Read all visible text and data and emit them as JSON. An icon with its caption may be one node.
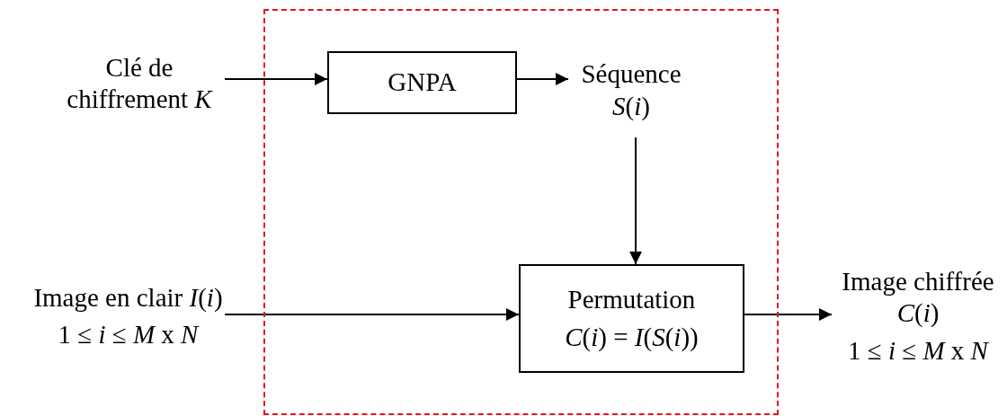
{
  "diagram": {
    "nodes": [
      {
        "text": [],
        "shape": "box"
      },
      {
        "text": [
          "Clé de chiffrement *K*"
        ]
      },
      {
        "text": [
          "GNPA"
        ],
        "in": 0
      },
      {
        "text": [
          "Séquence *S*(*i*)"
        ],
        "in": 0
      },
      {
        "text": [
          "Image en clair *I*(*i*)",
          "1 ≤ *i* ≤  *M* x *N*"
        ]
      },
      {
        "text": [
          "Permutation",
          "*C*(*i*) = *I*(*S*(*i*))"
        ],
        "in": 0
      },
      {
        "text": [
          "Image chiffrée *C*(*i*)",
          "1 ≤ *i* ≤  *M* x *N*"
        ]
      }
    ],
    "edges": [
      {
        "from": 1,
        "to": 2,
        "arrow": "to"
      },
      {
        "from": 2,
        "to": 3,
        "arrow": "to"
      },
      {
        "from": 3,
        "to": 5,
        "arrow": "to"
      },
      {
        "from": 4,
        "to": 5,
        "arrow": "to"
      },
      {
        "from": 5,
        "to": 6,
        "arrow": "to"
      }
    ]
  }
}
